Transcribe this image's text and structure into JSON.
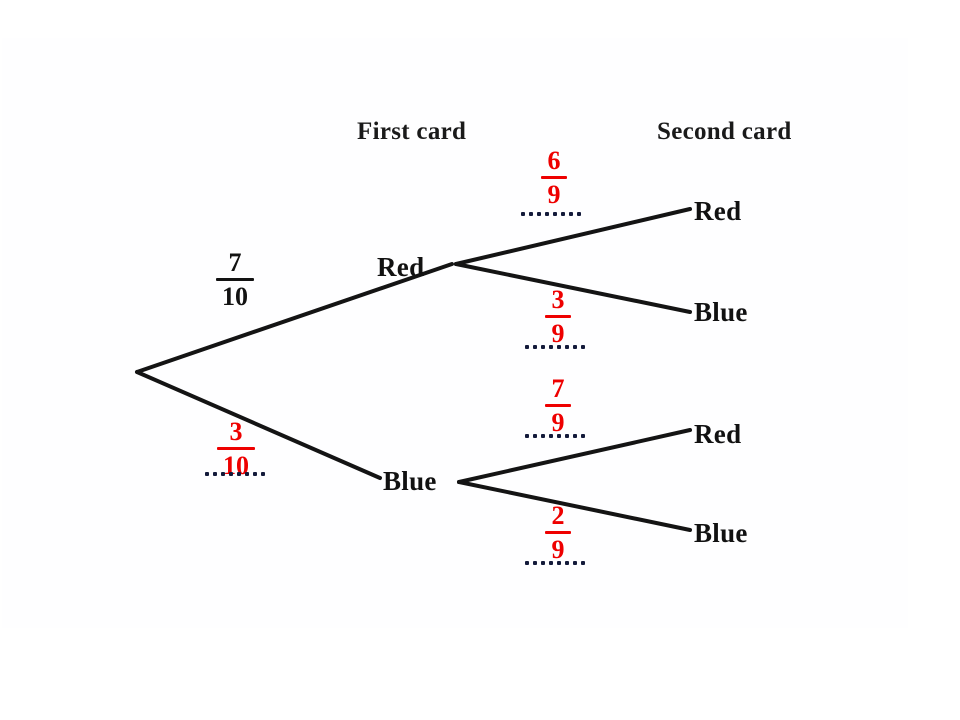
{
  "diagram": {
    "type": "probability-tree",
    "title_absent": true,
    "headers": {
      "first": "First card",
      "second": "Second card"
    },
    "nodes": {
      "root": "",
      "first_red": "Red",
      "first_blue": "Blue",
      "second_red_from_red": "Red",
      "second_blue_from_red": "Blue",
      "second_red_from_blue": "Red",
      "second_blue_from_blue": "Blue"
    },
    "probabilities": {
      "first_red": {
        "numerator": "7",
        "denominator": "10",
        "color": "#121212",
        "has_answer_line": false
      },
      "first_blue": {
        "numerator": "3",
        "denominator": "10",
        "color": "#ee0000",
        "has_answer_line": true
      },
      "red_then_red": {
        "numerator": "6",
        "denominator": "9",
        "color": "#ee0000",
        "has_answer_line": true
      },
      "red_then_blue": {
        "numerator": "3",
        "denominator": "9",
        "color": "#ee0000",
        "has_answer_line": true
      },
      "blue_then_red": {
        "numerator": "7",
        "denominator": "9",
        "color": "#ee0000",
        "has_answer_line": true
      },
      "blue_then_blue": {
        "numerator": "2",
        "denominator": "9",
        "color": "#ee0000",
        "has_answer_line": true
      }
    },
    "colors": {
      "line": "#141414",
      "red_fraction": "#ee0000",
      "black_fraction": "#121212",
      "dot": "#131a3a",
      "background": "#ffffff"
    }
  }
}
